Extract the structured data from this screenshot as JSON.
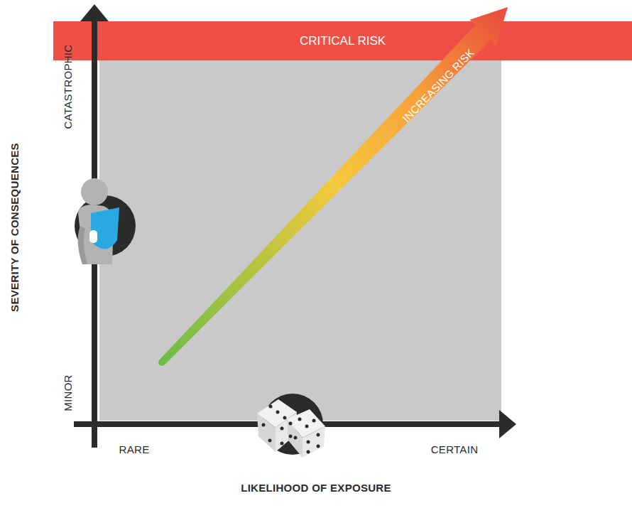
{
  "diagram": {
    "nodes": [
      {
        "text": [
          "CRITICAL RISK"
        ]
      }
    ],
    "labels": [
      "SEVERITY OF CONSEQUENCES",
      "CATASTROPHIC",
      "MINOR",
      "RARE",
      "CERTAIN",
      "LIKELIHOOD OF EXPOSURE",
      "INCREASING RISK"
    ]
  }
}
